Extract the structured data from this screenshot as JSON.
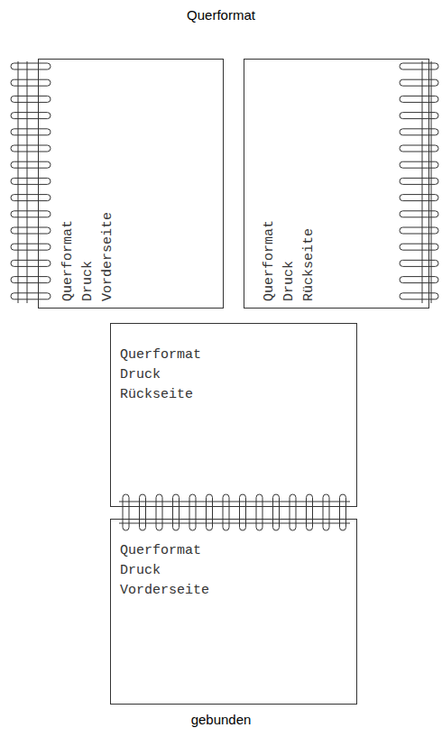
{
  "diagram": {
    "title": "Querformat",
    "caption": "gebunden",
    "nodes": [
      {
        "text": [
          "Querformat Druck Vorderseite"
        ]
      },
      {
        "text": [
          "Querformat Druck Rückseite"
        ]
      },
      {
        "text": [
          "Querformat Druck Rückseite"
        ]
      },
      {
        "text": [
          "Querformat Druck Vorderseite"
        ]
      }
    ]
  }
}
